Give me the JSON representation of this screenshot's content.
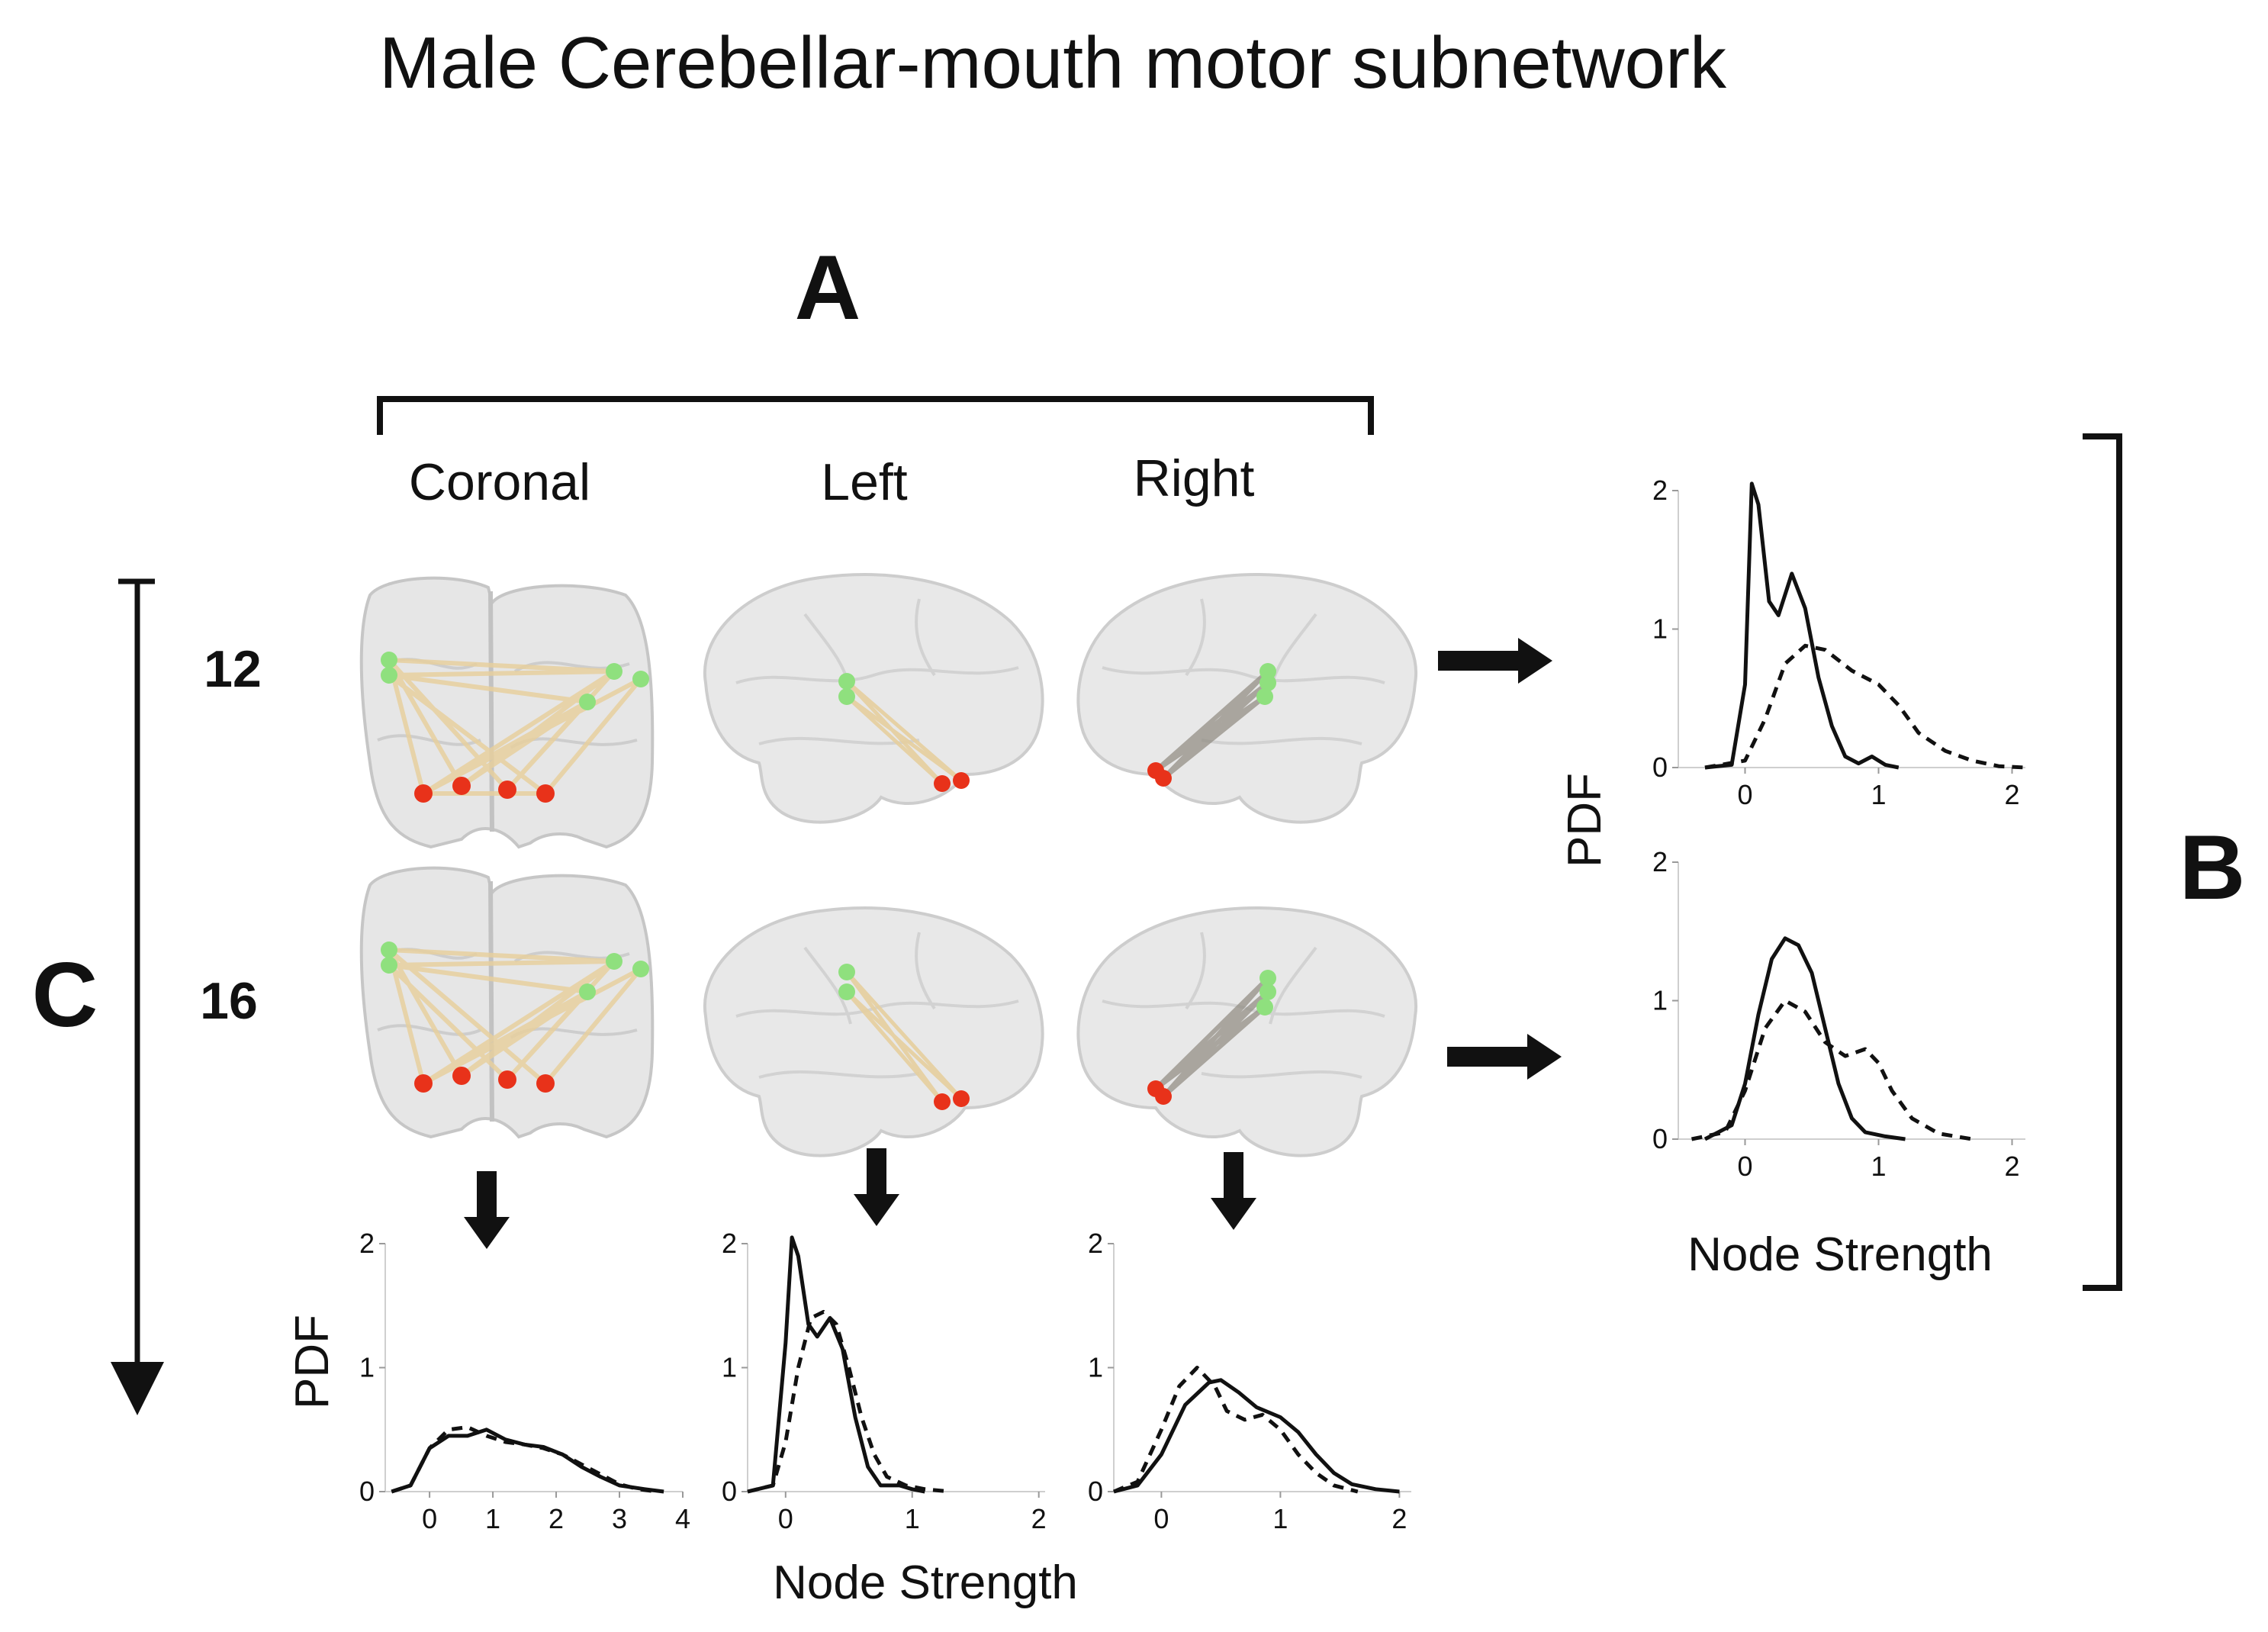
{
  "title": "Male Cerebellar-mouth motor subnetwork",
  "panel_labels": {
    "a": "A",
    "b": "B",
    "c": "C"
  },
  "view_labels": {
    "coronal": "Coronal",
    "left": "Left",
    "right": "Right"
  },
  "row_labels": {
    "top": "12",
    "bottom": "16"
  },
  "colors": {
    "ink": "#111111",
    "brain_fill": "#e4e4e4",
    "brain_shade": "#cfcfcf",
    "brain_line": "#bdbdbd",
    "edge_coronal": "#e6cf9e",
    "edge_right": "#8f8a80",
    "node_green": "#8fe07e",
    "node_red": "#e8321a"
  },
  "icons": [
    "arrow-right-icon",
    "arrow-down-icon",
    "brain-coronal-icon",
    "brain-left-icon",
    "brain-right-icon"
  ],
  "chart_data": [
    {
      "id": "b-top",
      "type": "line",
      "xlabel": "",
      "ylabel": "PDF",
      "xlim": [
        -0.5,
        2.1
      ],
      "ylim": [
        0,
        2
      ],
      "xticks": [
        0,
        1,
        2
      ],
      "yticks": [
        0,
        1,
        2
      ],
      "series": [
        {
          "style": "solid",
          "points": [
            [
              -0.3,
              0
            ],
            [
              -0.1,
              0.02
            ],
            [
              0,
              0.6
            ],
            [
              0.05,
              2.05
            ],
            [
              0.1,
              1.9
            ],
            [
              0.18,
              1.2
            ],
            [
              0.25,
              1.1
            ],
            [
              0.35,
              1.4
            ],
            [
              0.45,
              1.15
            ],
            [
              0.55,
              0.65
            ],
            [
              0.65,
              0.3
            ],
            [
              0.75,
              0.08
            ],
            [
              0.85,
              0.03
            ],
            [
              0.95,
              0.08
            ],
            [
              1.05,
              0.02
            ],
            [
              1.15,
              0
            ]
          ]
        },
        {
          "style": "dashed",
          "points": [
            [
              -0.3,
              0
            ],
            [
              0,
              0.05
            ],
            [
              0.15,
              0.35
            ],
            [
              0.3,
              0.75
            ],
            [
              0.45,
              0.88
            ],
            [
              0.6,
              0.85
            ],
            [
              0.8,
              0.7
            ],
            [
              1,
              0.6
            ],
            [
              1.15,
              0.45
            ],
            [
              1.3,
              0.25
            ],
            [
              1.5,
              0.12
            ],
            [
              1.7,
              0.05
            ],
            [
              1.9,
              0.01
            ],
            [
              2.1,
              0
            ]
          ]
        }
      ]
    },
    {
      "id": "b-bottom",
      "type": "line",
      "xlabel": "Node Strength",
      "ylabel": "PDF",
      "xlim": [
        -0.5,
        2.1
      ],
      "ylim": [
        0,
        2
      ],
      "xticks": [
        0,
        1,
        2
      ],
      "yticks": [
        0,
        1,
        2
      ],
      "series": [
        {
          "style": "solid",
          "points": [
            [
              -0.3,
              0
            ],
            [
              -0.1,
              0.1
            ],
            [
              0,
              0.4
            ],
            [
              0.1,
              0.9
            ],
            [
              0.2,
              1.3
            ],
            [
              0.3,
              1.45
            ],
            [
              0.4,
              1.4
            ],
            [
              0.5,
              1.2
            ],
            [
              0.6,
              0.8
            ],
            [
              0.7,
              0.4
            ],
            [
              0.8,
              0.15
            ],
            [
              0.9,
              0.05
            ],
            [
              1.05,
              0.02
            ],
            [
              1.2,
              0
            ]
          ]
        },
        {
          "style": "dashed",
          "points": [
            [
              -0.4,
              0
            ],
            [
              -0.15,
              0.05
            ],
            [
              0,
              0.35
            ],
            [
              0.15,
              0.8
            ],
            [
              0.3,
              1
            ],
            [
              0.45,
              0.92
            ],
            [
              0.6,
              0.7
            ],
            [
              0.75,
              0.6
            ],
            [
              0.9,
              0.65
            ],
            [
              1,
              0.55
            ],
            [
              1.1,
              0.35
            ],
            [
              1.25,
              0.15
            ],
            [
              1.45,
              0.04
            ],
            [
              1.7,
              0
            ]
          ]
        }
      ]
    },
    {
      "id": "c-coronal",
      "type": "line",
      "xlabel": "",
      "ylabel": "PDF",
      "xlim": [
        -0.7,
        4
      ],
      "ylim": [
        0,
        2
      ],
      "xticks": [
        0,
        1,
        2,
        3,
        4
      ],
      "yticks": [
        0,
        1,
        2
      ],
      "series": [
        {
          "style": "solid",
          "points": [
            [
              -0.6,
              0
            ],
            [
              -0.3,
              0.05
            ],
            [
              0,
              0.35
            ],
            [
              0.3,
              0.45
            ],
            [
              0.6,
              0.45
            ],
            [
              0.9,
              0.5
            ],
            [
              1.2,
              0.42
            ],
            [
              1.5,
              0.38
            ],
            [
              1.8,
              0.36
            ],
            [
              2.1,
              0.3
            ],
            [
              2.4,
              0.2
            ],
            [
              2.7,
              0.12
            ],
            [
              3,
              0.05
            ],
            [
              3.4,
              0.02
            ],
            [
              3.7,
              0
            ]
          ]
        },
        {
          "style": "dashed",
          "points": [
            [
              -0.6,
              0
            ],
            [
              -0.3,
              0.05
            ],
            [
              0,
              0.35
            ],
            [
              0.3,
              0.5
            ],
            [
              0.6,
              0.52
            ],
            [
              0.9,
              0.45
            ],
            [
              1.2,
              0.4
            ],
            [
              1.5,
              0.38
            ],
            [
              1.8,
              0.35
            ],
            [
              2.1,
              0.3
            ],
            [
              2.4,
              0.22
            ],
            [
              2.7,
              0.14
            ],
            [
              3,
              0.06
            ],
            [
              3.3,
              0.02
            ],
            [
              3.6,
              0
            ]
          ]
        }
      ]
    },
    {
      "id": "c-left",
      "type": "line",
      "xlabel": "Node Strength",
      "ylabel": "",
      "xlim": [
        -0.3,
        2.05
      ],
      "ylim": [
        0,
        2
      ],
      "xticks": [
        0,
        1,
        2
      ],
      "yticks": [
        0,
        1,
        2
      ],
      "series": [
        {
          "style": "solid",
          "points": [
            [
              -0.3,
              0
            ],
            [
              -0.1,
              0.05
            ],
            [
              0,
              1.2
            ],
            [
              0.05,
              2.05
            ],
            [
              0.1,
              1.9
            ],
            [
              0.18,
              1.35
            ],
            [
              0.25,
              1.25
            ],
            [
              0.35,
              1.4
            ],
            [
              0.45,
              1.15
            ],
            [
              0.55,
              0.6
            ],
            [
              0.65,
              0.2
            ],
            [
              0.75,
              0.05
            ],
            [
              0.9,
              0.05
            ],
            [
              1,
              0.02
            ],
            [
              1.1,
              0
            ]
          ]
        },
        {
          "style": "dashed",
          "points": [
            [
              -0.3,
              0
            ],
            [
              -0.1,
              0.05
            ],
            [
              0,
              0.4
            ],
            [
              0.1,
              1
            ],
            [
              0.2,
              1.4
            ],
            [
              0.3,
              1.45
            ],
            [
              0.4,
              1.35
            ],
            [
              0.5,
              1
            ],
            [
              0.6,
              0.6
            ],
            [
              0.7,
              0.3
            ],
            [
              0.8,
              0.12
            ],
            [
              0.95,
              0.05
            ],
            [
              1.1,
              0.02
            ],
            [
              1.3,
              0
            ]
          ]
        }
      ]
    },
    {
      "id": "c-right",
      "type": "line",
      "xlabel": "",
      "ylabel": "",
      "xlim": [
        -0.4,
        2.1
      ],
      "ylim": [
        0,
        2
      ],
      "xticks": [
        0,
        1,
        2
      ],
      "yticks": [
        0,
        1,
        2
      ],
      "series": [
        {
          "style": "solid",
          "points": [
            [
              -0.4,
              0
            ],
            [
              -0.2,
              0.05
            ],
            [
              0,
              0.3
            ],
            [
              0.2,
              0.7
            ],
            [
              0.4,
              0.88
            ],
            [
              0.5,
              0.9
            ],
            [
              0.65,
              0.8
            ],
            [
              0.8,
              0.68
            ],
            [
              1,
              0.6
            ],
            [
              1.15,
              0.48
            ],
            [
              1.3,
              0.3
            ],
            [
              1.45,
              0.15
            ],
            [
              1.6,
              0.06
            ],
            [
              1.8,
              0.02
            ],
            [
              2,
              0
            ]
          ]
        },
        {
          "style": "dashed",
          "points": [
            [
              -0.4,
              0
            ],
            [
              -0.2,
              0.08
            ],
            [
              0,
              0.5
            ],
            [
              0.15,
              0.85
            ],
            [
              0.3,
              1
            ],
            [
              0.45,
              0.85
            ],
            [
              0.55,
              0.65
            ],
            [
              0.7,
              0.58
            ],
            [
              0.85,
              0.62
            ],
            [
              1,
              0.5
            ],
            [
              1.15,
              0.3
            ],
            [
              1.3,
              0.15
            ],
            [
              1.45,
              0.05
            ],
            [
              1.65,
              0
            ]
          ]
        }
      ]
    }
  ]
}
